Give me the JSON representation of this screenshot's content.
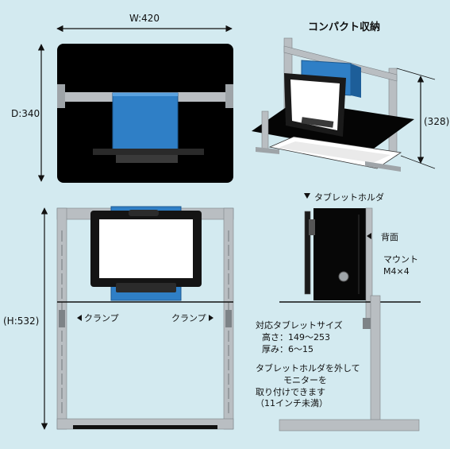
{
  "dimensions": {
    "width": "W:420",
    "depth": "D:340",
    "compact_height": "(328)",
    "height": "(H:532)"
  },
  "compact_title": "コンパクト収納",
  "labels": {
    "clamp_left": "クランプ",
    "clamp_right": "クランプ",
    "tablet_holder": "タブレットホルダ",
    "back": "背面",
    "mount_line1": "マウント",
    "mount_line2": "M4×4"
  },
  "spec": {
    "title": "対応タブレットサイズ",
    "height": "高さ：149〜253",
    "thickness": "厚み：6〜15"
  },
  "note": {
    "line1": "タブレットホルダを外して",
    "line2": "モニターを",
    "line3": "取り付けできます",
    "line4": "（11インチ未満）"
  },
  "colors": {
    "background": "#d3eaf0",
    "panel": "#000000",
    "holder_blue": "#2f7fc6",
    "frame_gray": "#b9bec2",
    "screen": "#ffffff"
  }
}
